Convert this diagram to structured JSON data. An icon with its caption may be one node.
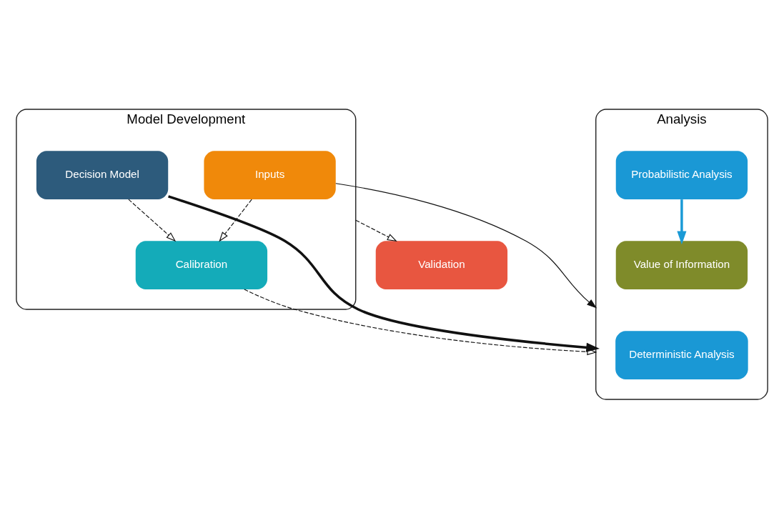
{
  "diagram": {
    "nodes": [
      {
        "text": [
          "Model Development"
        ]
      },
      {
        "text": [
          "Inputs"
        ],
        "in": 0
      },
      {
        "text": [
          "Calibration"
        ],
        "in": 0
      },
      {
        "text": [
          "Decision Model"
        ],
        "in": 0
      },
      {
        "text": [
          "Validation"
        ]
      },
      {
        "text": [
          "Analysis"
        ]
      },
      {
        "text": [
          "Deterministic Analysis"
        ],
        "in": 5
      },
      {
        "text": [
          "Probabilistic Analysis"
        ],
        "in": 5
      },
      {
        "text": [
          "Value of Information"
        ],
        "in": 5
      }
    ],
    "edges": [
      {
        "from": 1,
        "to": 2,
        "arrow": "to",
        "style": "dashed"
      },
      {
        "from": 3,
        "to": 2,
        "arrow": "to",
        "style": "dashed"
      },
      {
        "from": 0,
        "to": 4,
        "arrow": "to",
        "style": "dashed"
      },
      {
        "from": 1,
        "to": 5,
        "arrow": "to"
      },
      {
        "from": 2,
        "to": 5,
        "arrow": "to",
        "style": "dashed"
      },
      {
        "from": 3,
        "to": 5,
        "arrow": "to",
        "style": "thick"
      },
      {
        "from": 7,
        "to": 8,
        "arrow": "to",
        "style": "thick",
        "color": "#1a9ad6"
      }
    ]
  }
}
